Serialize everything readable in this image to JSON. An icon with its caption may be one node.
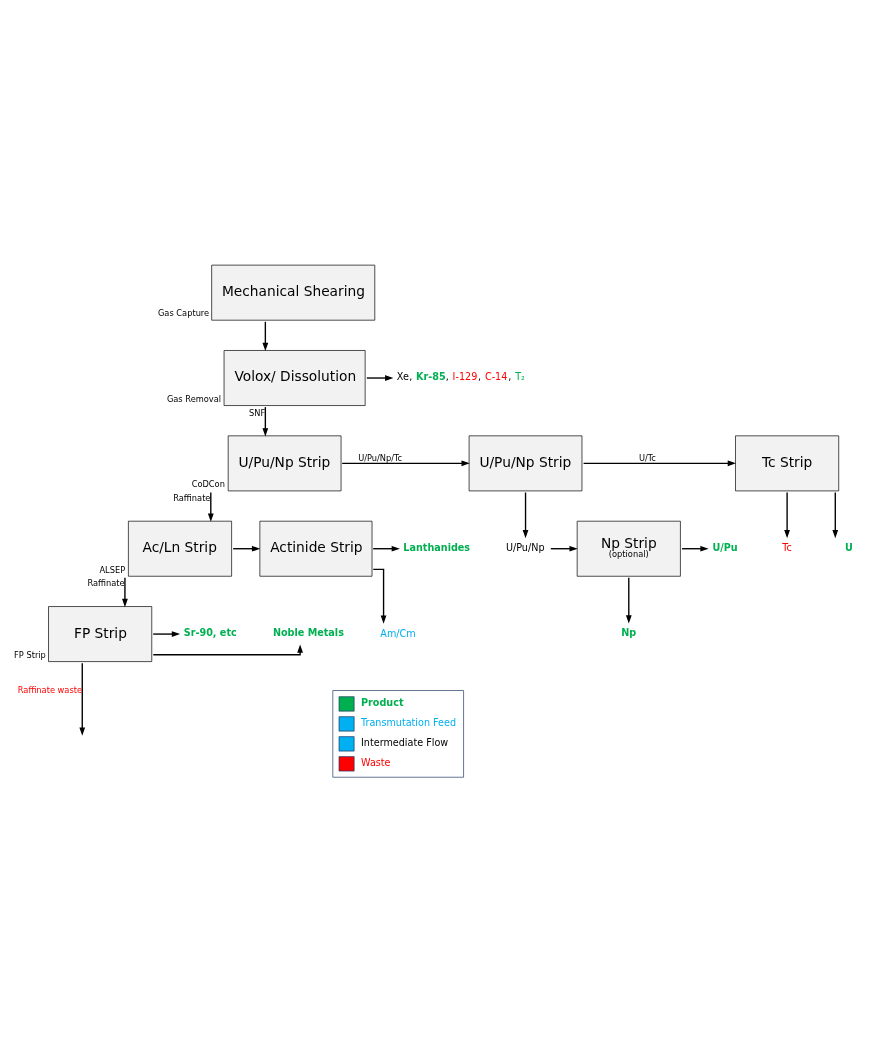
{
  "diagram": {
    "nodes": [
      {
        "text": [
          "Mechanical Shearing"
        ],
        "beside": [
          "Gas Capture"
        ]
      },
      {
        "text": [
          "Volox/ Dissolution"
        ],
        "beside": [
          "Gas Removal"
        ]
      },
      {
        "text": [
          "Xe, Kr-85, I-129, C-14, T₂"
        ]
      },
      {
        "text": [
          "U/Pu/Np Strip"
        ],
        "beside": [
          "CoDCon"
        ]
      },
      {
        "text": [
          "U/Pu/Np Strip"
        ]
      },
      {
        "text": [
          "Tc Strip"
        ]
      },
      {
        "text": [
          "Tc"
        ]
      },
      {
        "text": [
          "U"
        ]
      },
      {
        "text": [
          "U/Pu/Np"
        ]
      },
      {
        "text": [
          "Np Strip",
          "(optional)"
        ]
      },
      {
        "text": [
          "U/Pu"
        ]
      },
      {
        "text": [
          "Np"
        ]
      },
      {
        "text": [
          "Ac/Ln Strip"
        ],
        "beside": [
          "ALSEP"
        ]
      },
      {
        "text": [
          "Actinide Strip"
        ]
      },
      {
        "text": [
          "Lanthanides"
        ]
      },
      {
        "text": [
          "Am/Cm"
        ]
      },
      {
        "text": [
          "FP Strip"
        ],
        "beside": [
          "FP Strip"
        ]
      },
      {
        "text": [
          "Noble Metals"
        ]
      },
      {
        "text": [
          "Sr-90, etc"
        ]
      }
    ],
    "edges": [
      {
        "from": 0,
        "to": 1,
        "arrow": "to"
      },
      {
        "from": 1,
        "to": 2,
        "arrow": "to"
      },
      {
        "from": 1,
        "to": 3,
        "arrow": "to",
        "label": "SNF"
      },
      {
        "from": 3,
        "to": 4,
        "arrow": "to",
        "label": "U/Pu/Np/Tc"
      },
      {
        "from": 4,
        "to": 5,
        "arrow": "to",
        "label": "U/Tc"
      },
      {
        "from": 5,
        "to": 6,
        "arrow": "to"
      },
      {
        "from": 5,
        "to": 7,
        "arrow": "to"
      },
      {
        "from": 4,
        "to": 8,
        "arrow": "to"
      },
      {
        "from": 8,
        "to": 9,
        "arrow": "to"
      },
      {
        "from": 9,
        "to": 10,
        "arrow": "to"
      },
      {
        "from": 9,
        "to": 11,
        "arrow": "to"
      },
      {
        "from": 3,
        "to": 12,
        "arrow": "to",
        "label": "Raffinate"
      },
      {
        "from": 12,
        "to": 13,
        "arrow": "to"
      },
      {
        "from": 13,
        "to": 14,
        "arrow": "to"
      },
      {
        "from": 13,
        "to": 15,
        "arrow": "to"
      },
      {
        "from": 12,
        "to": 16,
        "arrow": "to",
        "label": "Raffinate"
      },
      {
        "from": 16,
        "to": 17,
        "arrow": "to"
      },
      {
        "from": 16,
        "to": 18,
        "arrow": "to"
      },
      {
        "from": 16,
        "to": null,
        "arrow": "to",
        "label": "Raffinate waste"
      }
    ],
    "legend": [
      {
        "text": "Product",
        "color": "#00b050"
      },
      {
        "text": "Transmutation Feed",
        "color": "#00b0f0"
      },
      {
        "text": "Intermediate Flow",
        "color": "#00b0f0"
      },
      {
        "text": "Waste",
        "color": "#ff0000"
      }
    ]
  }
}
